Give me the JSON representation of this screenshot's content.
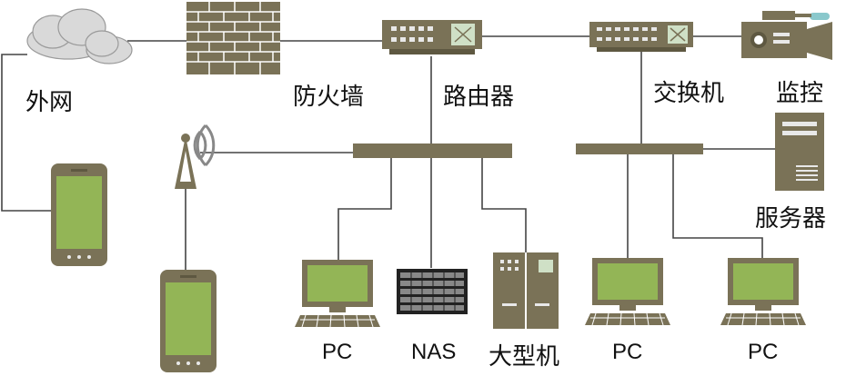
{
  "labels": {
    "internet": "外网",
    "firewall": "防火墙",
    "router": "路由器",
    "switch": "交换机",
    "camera": "监控",
    "server": "服务器",
    "pc1": "PC",
    "nas": "NAS",
    "mainframe": "大型机",
    "pc2": "PC",
    "pc3": "PC"
  },
  "colors": {
    "device": "#7a7257",
    "screen": "#93b556",
    "line": "#444444",
    "cloud": "#d9d9d9"
  }
}
